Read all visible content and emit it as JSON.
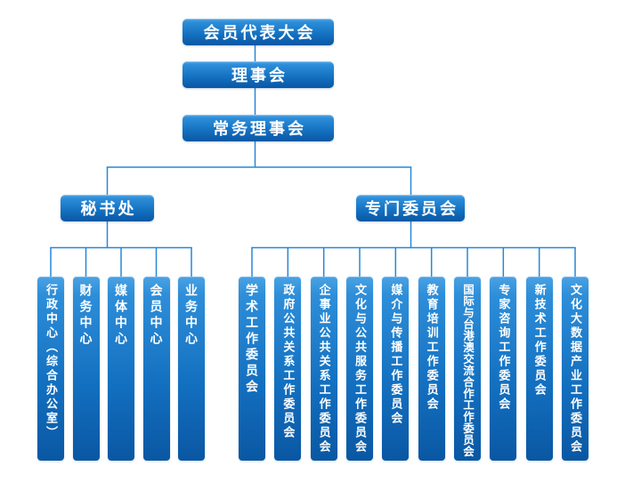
{
  "org": {
    "top_nodes": [
      "会员代表大会",
      "理事会",
      "常务理事会"
    ],
    "branches": [
      {
        "label": "秘书处",
        "children": [
          "行政中心（综合办公室）",
          "财务中心",
          "媒体中心",
          "会员中心",
          "业务中心"
        ]
      },
      {
        "label": "专门委员会",
        "children": [
          "学术工作委员会",
          "政府公共关系工作委员会",
          "企事业公共关系工作委员会",
          "文化与公共服务工作委员会",
          "媒介与传播工作委员会",
          "教育培训工作委员会",
          "国际与台港澳交流合作工作委员会",
          "专家咨询工作委员会",
          "新技术工作委员会",
          "文化大数据产业工作委员会"
        ]
      }
    ],
    "colors": {
      "node_gradient_top": "#4aa2e3",
      "node_gradient_bottom": "#0a57a3",
      "connector": "#2787d8",
      "node_text": "#ffffff",
      "background": "#ffffff"
    }
  }
}
